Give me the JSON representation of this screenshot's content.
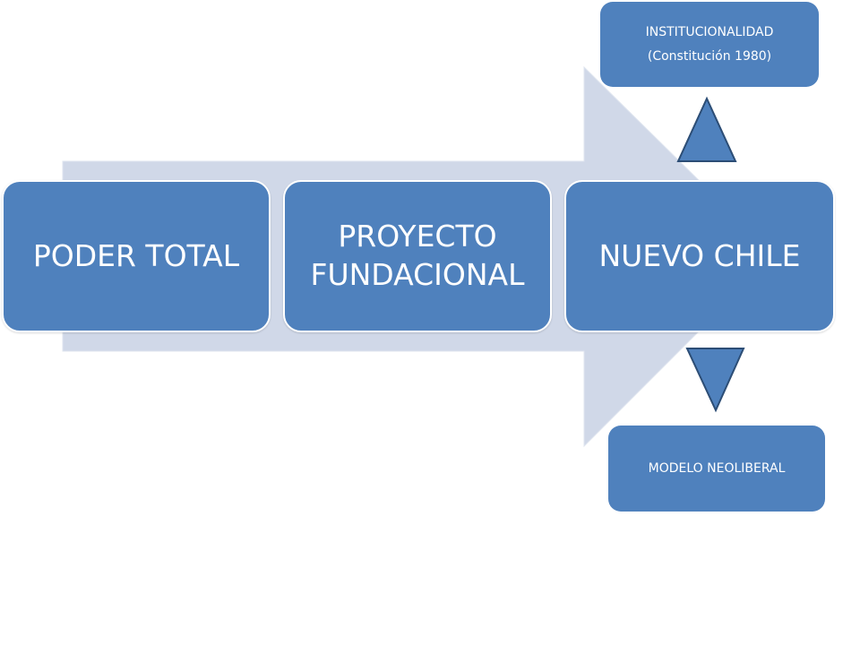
{
  "colors": {
    "box_fill": "#4f81bd",
    "box_border": "#ffffff",
    "arrow_fill": "#d0d8e8",
    "triangle_fill": "#4f81bd",
    "triangle_stroke": "#2c4d75",
    "text": "#ffffff"
  },
  "process": {
    "steps": [
      {
        "label": "PODER TOTAL"
      },
      {
        "label_line1": "PROYECTO",
        "label_line2": "FUNDACIONAL"
      },
      {
        "label": "NUEVO CHILE"
      }
    ]
  },
  "top_box": {
    "line1": "INSTITUCIONALIDAD",
    "line2": "(Constitución 1980)"
  },
  "bottom_box": {
    "label": "MODELO NEOLIBERAL"
  },
  "icons": {
    "up": "triangle-up-icon",
    "down": "triangle-down-icon",
    "arrow": "background-arrow-shape"
  }
}
